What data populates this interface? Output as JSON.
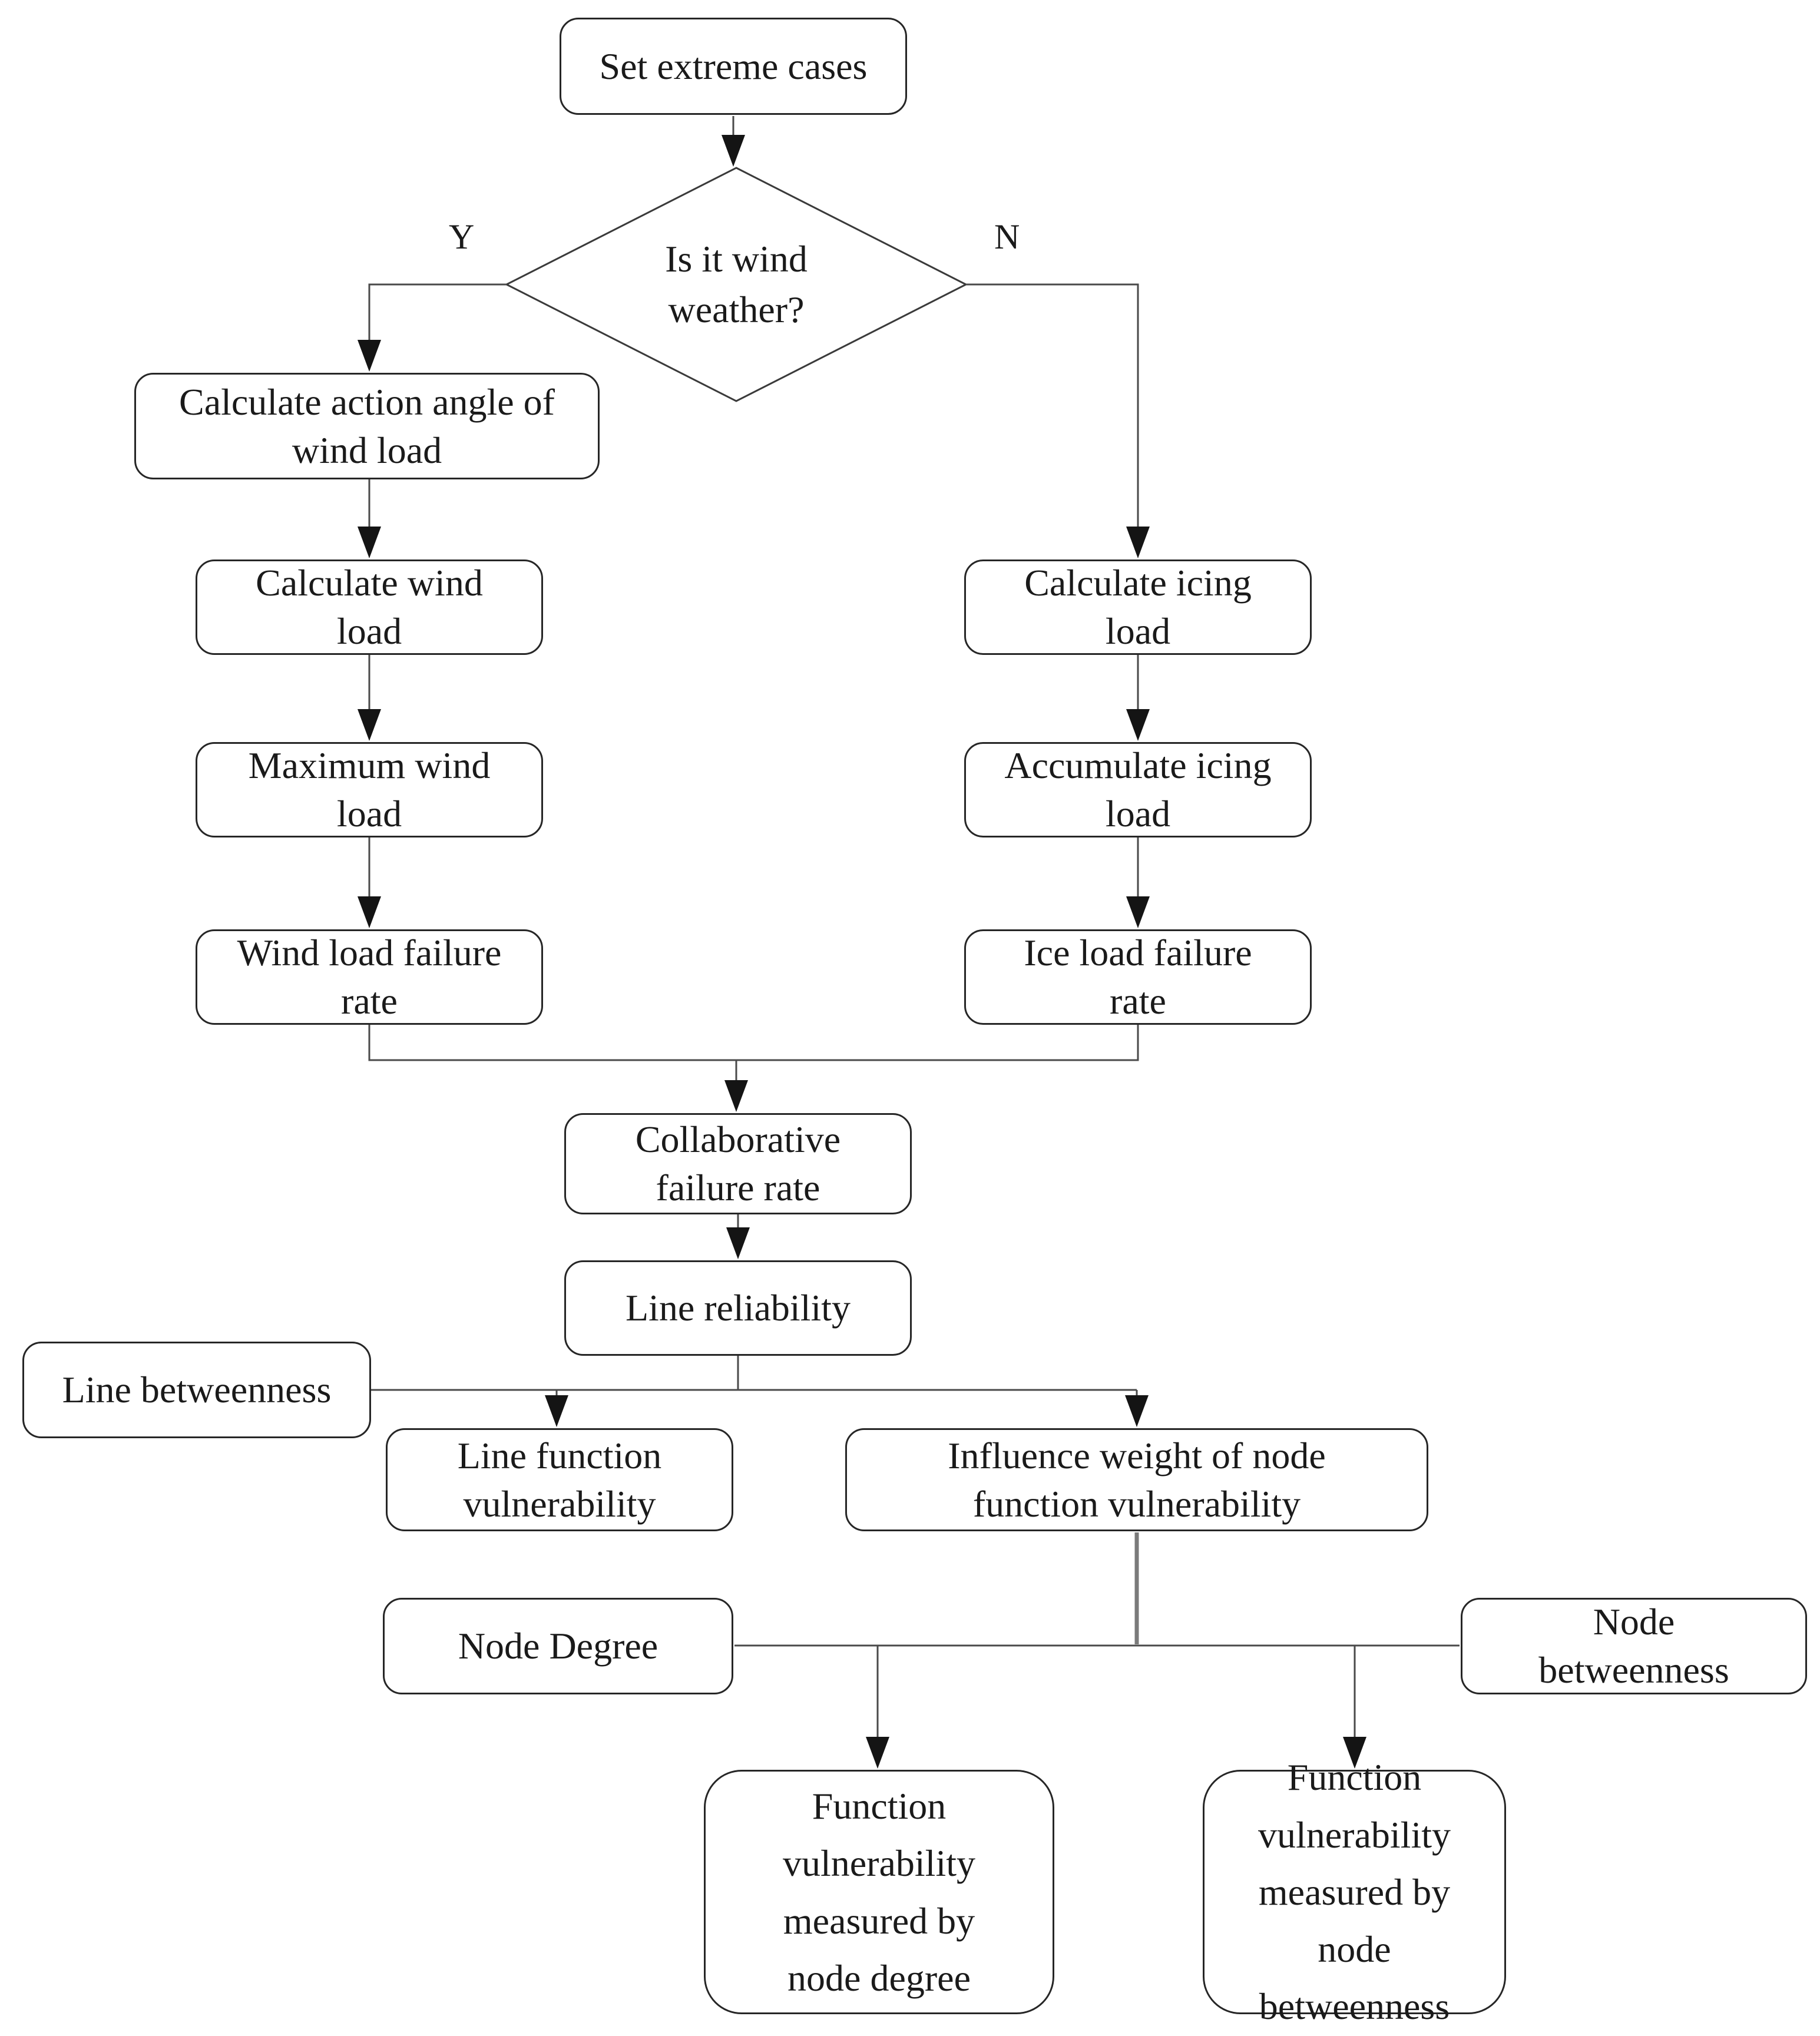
{
  "diagram": {
    "type": "flowchart",
    "colors": {
      "background": "#ffffff",
      "box_fill": "#ffffff",
      "box_border": "#262626",
      "connector": "#4a4a4a",
      "influence_connector": "#7a7a7a",
      "arrowhead": "#141414",
      "text": "#1a1a1a"
    },
    "nodes": {
      "set_extreme_cases": {
        "label": "Set extreme cases",
        "shape": "rounded-rect"
      },
      "wind_weather_decision": {
        "label": "Is it wind\nweather?",
        "shape": "diamond"
      },
      "calc_action_angle": {
        "label": "Calculate action angle of\nwind load",
        "shape": "rounded-rect"
      },
      "calc_wind_load": {
        "label": "Calculate wind\nload",
        "shape": "rounded-rect"
      },
      "max_wind_load": {
        "label": "Maximum wind\nload",
        "shape": "rounded-rect"
      },
      "wind_load_failure_rate": {
        "label": "Wind load failure\nrate",
        "shape": "rounded-rect"
      },
      "calc_icing_load": {
        "label": "Calculate icing\nload",
        "shape": "rounded-rect"
      },
      "accumulate_icing_load": {
        "label": "Accumulate icing\nload",
        "shape": "rounded-rect"
      },
      "ice_load_failure_rate": {
        "label": "Ice load failure\nrate",
        "shape": "rounded-rect"
      },
      "collaborative_failure_rate": {
        "label": "Collaborative\nfailure rate",
        "shape": "rounded-rect"
      },
      "line_reliability": {
        "label": "Line reliability",
        "shape": "rounded-rect"
      },
      "line_betweenness": {
        "label": "Line betweenness",
        "shape": "rounded-rect"
      },
      "line_function_vulnerability": {
        "label": "Line function\nvulnerability",
        "shape": "rounded-rect"
      },
      "influence_weight": {
        "label": "Influence weight of node\nfunction vulnerability",
        "shape": "rounded-rect"
      },
      "node_degree": {
        "label": "Node Degree",
        "shape": "rounded-rect"
      },
      "node_betweenness": {
        "label": "Node\nbetweenness",
        "shape": "rounded-rect"
      },
      "fv_node_degree": {
        "label": "Function\nvulnerability\nmeasured by\nnode degree",
        "shape": "rounded-rect"
      },
      "fv_node_betweenness": {
        "label": "Function\nvulnerability\nmeasured by\nnode\nbetweenness",
        "shape": "rounded-rect"
      }
    },
    "branch_labels": {
      "yes": "Y",
      "no": "N"
    },
    "edges": [
      {
        "from": "set_extreme_cases",
        "to": "wind_weather_decision",
        "label": ""
      },
      {
        "from": "wind_weather_decision",
        "to": "calc_action_angle",
        "label": "Y"
      },
      {
        "from": "wind_weather_decision",
        "to": "calc_icing_load",
        "label": "N"
      },
      {
        "from": "calc_action_angle",
        "to": "calc_wind_load",
        "label": ""
      },
      {
        "from": "calc_wind_load",
        "to": "max_wind_load",
        "label": ""
      },
      {
        "from": "max_wind_load",
        "to": "wind_load_failure_rate",
        "label": ""
      },
      {
        "from": "calc_icing_load",
        "to": "accumulate_icing_load",
        "label": ""
      },
      {
        "from": "accumulate_icing_load",
        "to": "ice_load_failure_rate",
        "label": ""
      },
      {
        "from": "wind_load_failure_rate",
        "to": "collaborative_failure_rate",
        "label": ""
      },
      {
        "from": "ice_load_failure_rate",
        "to": "collaborative_failure_rate",
        "label": ""
      },
      {
        "from": "collaborative_failure_rate",
        "to": "line_reliability",
        "label": ""
      },
      {
        "from": "line_reliability",
        "to": "line_function_vulnerability",
        "label": ""
      },
      {
        "from": "line_reliability",
        "to": "influence_weight",
        "label": ""
      },
      {
        "from": "line_betweenness",
        "to": "line_function_vulnerability",
        "label": ""
      },
      {
        "from": "influence_weight",
        "to": "node_rail",
        "label": ""
      },
      {
        "from": "node_degree",
        "to": "node_rail",
        "label": ""
      },
      {
        "from": "node_betweenness",
        "to": "node_rail",
        "label": ""
      },
      {
        "from": "node_rail",
        "to": "fv_node_degree",
        "label": ""
      },
      {
        "from": "node_rail",
        "to": "fv_node_betweenness",
        "label": ""
      }
    ]
  }
}
